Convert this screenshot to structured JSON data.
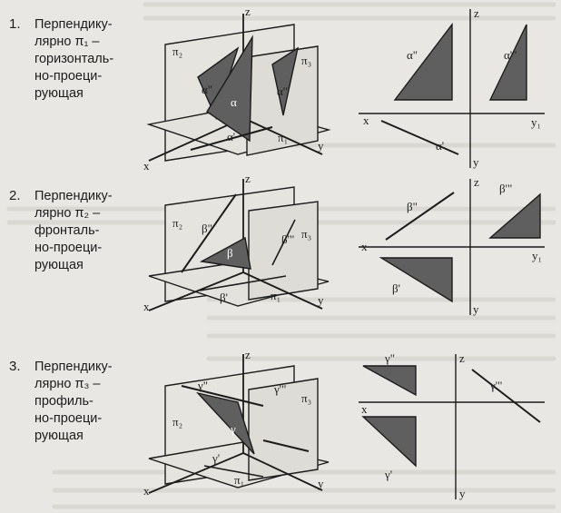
{
  "items": [
    {
      "number": "1.",
      "lines": [
        "Перпендику-",
        "лярно π₁ –",
        "горизонталь-",
        "но-проеци-",
        "рующая"
      ],
      "fig": {
        "plane": "α",
        "h": "α'",
        "v": "α\"",
        "w": "α'\"",
        "p1": "π₁",
        "p2": "π₂",
        "p3": "π₃",
        "x": "x",
        "y": "y",
        "z": "z",
        "y1": "y₁"
      }
    },
    {
      "number": "2.",
      "lines": [
        "Перпендику-",
        "лярно π₂ –",
        "фронталь-",
        "но-проеци-",
        "рующая"
      ],
      "fig": {
        "plane": "β",
        "h": "β'",
        "v": "β\"",
        "w": "β'\"",
        "p1": "π₁",
        "p2": "π₂",
        "p3": "π₃",
        "x": "x",
        "y": "y",
        "z": "z",
        "y1": "y₁"
      }
    },
    {
      "number": "3.",
      "lines": [
        "Перпендику-",
        "лярно π₃ –",
        "профиль-",
        "но-проеци-",
        "рующая"
      ],
      "fig": {
        "plane": "γ",
        "h": "γ'",
        "v": "γ\"",
        "w": "γ'\"",
        "p1": "π₁",
        "p2": "π₂",
        "p3": "π₃",
        "x": "x",
        "y": "y",
        "z": "z",
        "y1": ""
      }
    }
  ],
  "colors": {
    "ink": "#1c1c1c",
    "fill": "#5f5f5f",
    "paper": "#e9e7e3",
    "ghost": "#cfccc7"
  }
}
